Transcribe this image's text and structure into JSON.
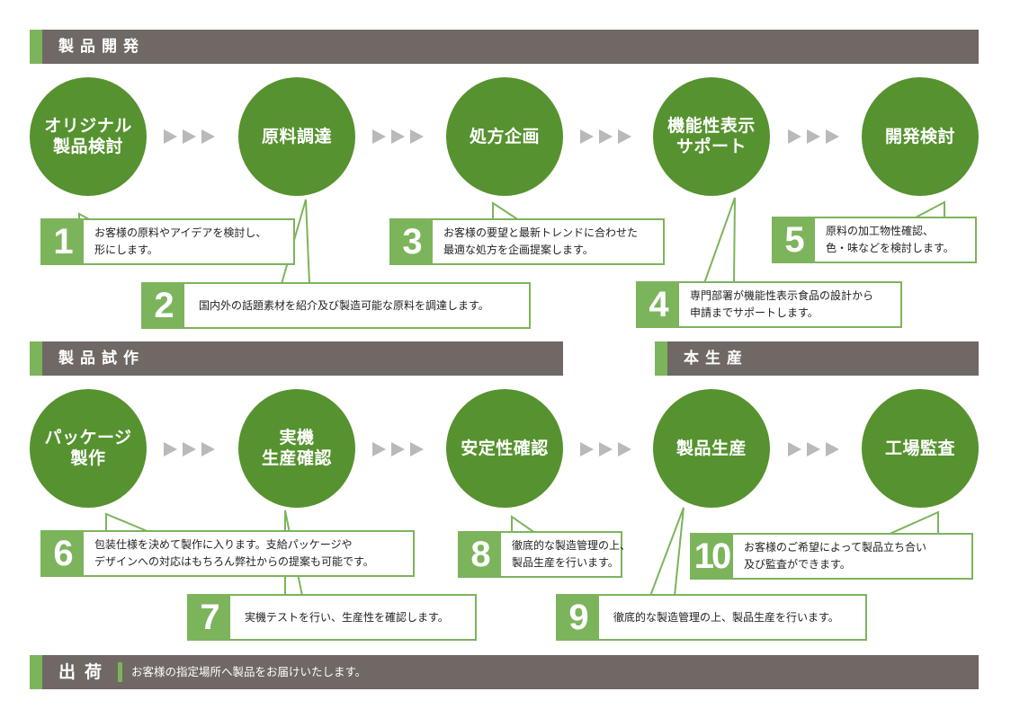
{
  "colors": {
    "header_bg": "#6f6865",
    "accent_green": "#7cb45c",
    "circle_green": "#56922f",
    "arrow_gray": "#b9b9b9"
  },
  "sections": {
    "development": {
      "title": "製品開発"
    },
    "trial": {
      "title": "製品試作"
    },
    "production": {
      "title": "本生産"
    },
    "shipping": {
      "title": "出荷",
      "note": "お客様の指定場所へ製品をお届けいたします。"
    }
  },
  "steps_row1": [
    {
      "label": "オリジナル\n製品検討"
    },
    {
      "label": "原料調達"
    },
    {
      "label": "処方企画"
    },
    {
      "label": "機能性表示\nサポート"
    },
    {
      "label": "開発検討"
    }
  ],
  "steps_row2": [
    {
      "label": "パッケージ\n製作"
    },
    {
      "label": "実機\n生産確認"
    },
    {
      "label": "安定性確認"
    },
    {
      "label": "製品生産"
    },
    {
      "label": "工場監査"
    }
  ],
  "arrow_icon": "triple-triangle-right",
  "callouts": [
    {
      "number": "1",
      "text": "お客様の原料やアイデアを検討し、\n形にします。"
    },
    {
      "number": "2",
      "text": "国内外の話題素材を紹介及び製造可能な原料を調達します。"
    },
    {
      "number": "3",
      "text": "お客様の要望と最新トレンドに合わせた\n最適な処方を企画提案します。"
    },
    {
      "number": "4",
      "text": "専門部署が機能性表示食品の設計から\n申請までサポートします。"
    },
    {
      "number": "5",
      "text": "原料の加工物性確認、\n色・味などを検討します。"
    },
    {
      "number": "6",
      "text": "包装仕様を決めて製作に入ります。支給パッケージや\nデザインへの対応はもちろん弊社からの提案も可能です。"
    },
    {
      "number": "7",
      "text": "実機テストを行い、生産性を確認します。"
    },
    {
      "number": "8",
      "text": "徹底的な製造管理の上、\n製品生産を行います。"
    },
    {
      "number": "9",
      "text": "徹底的な製造管理の上、製品生産を行います。"
    },
    {
      "number": "10",
      "text": "お客様のご希望によって製品立ち合い\n及び監査ができます。"
    }
  ]
}
